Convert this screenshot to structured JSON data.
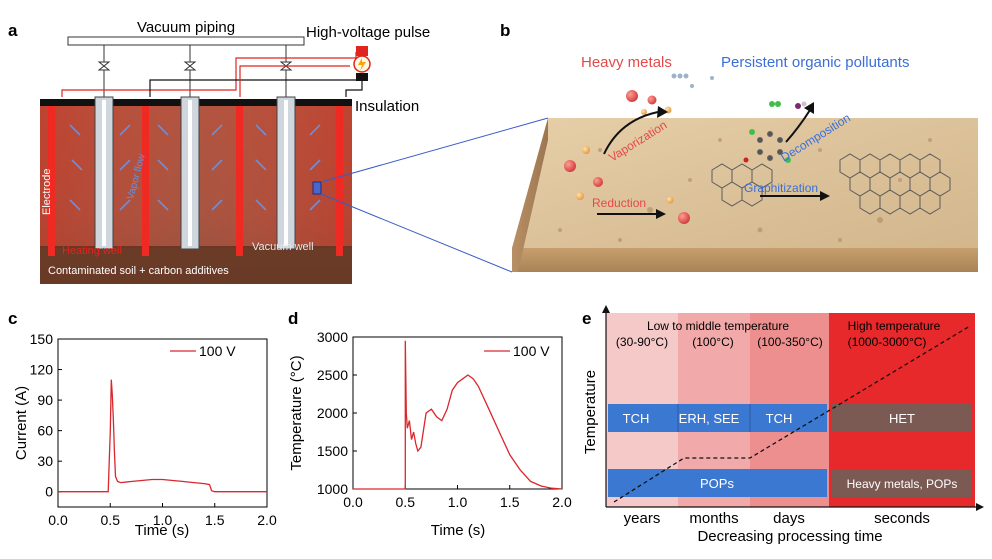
{
  "panels": {
    "a": {
      "letter": "a",
      "vacuum_piping": "Vacuum piping",
      "hv_pulse": "High-voltage pulse",
      "insulation": "Insulation",
      "electrode": "Electrode",
      "vapor_flow": "Vapor flow",
      "heating_well": "Heating well",
      "vacuum_well": "Vacuum well",
      "soil": "Contaminated soil + carbon additives"
    },
    "b": {
      "letter": "b",
      "heavy_metals": "Heavy metals",
      "pops": "Persistent organic pollutants",
      "vaporization": "Vaporization",
      "decomposition": "Decomposition",
      "reduction": "Reduction",
      "graphitization": "Graphitization"
    },
    "c": {
      "letter": "c"
    },
    "d": {
      "letter": "d"
    },
    "e": {
      "letter": "e",
      "low_title": "Low to middle temperature",
      "high_title": "High temperature",
      "t1": "(30-90°C)",
      "t2": "(100°C)",
      "t3": "(100-350°C)",
      "t4": "(1000-3000°C)",
      "box_tch1": "TCH",
      "box_erh": "ERH, SEE",
      "box_tch2": "TCH",
      "box_het": "HET",
      "box_pops": "POPs",
      "box_hm": "Heavy metals, POPs",
      "x_years": "years",
      "x_months": "months",
      "x_days": "days",
      "x_seconds": "seconds",
      "xlabel": "Decreasing processing time",
      "ylabel": "Temperature",
      "colors": {
        "low1": "#f6c9c9",
        "low2": "#f2a9a9",
        "low3": "#ee8f8f",
        "high": "#e8292b",
        "box_blue": "#3a78d2",
        "box_brown": "#7a5a52"
      }
    }
  },
  "chart_data": [
    {
      "panel": "c",
      "type": "line",
      "xlabel": "Time (s)",
      "ylabel": "Current (A)",
      "xlim": [
        0,
        2.0
      ],
      "ylim": [
        -15,
        150
      ],
      "xticks": [
        "0.0",
        "0.5",
        "1.0",
        "1.5",
        "2.0"
      ],
      "yticks": [
        "0",
        "30",
        "60",
        "90",
        "120",
        "150"
      ],
      "legend": "100 V",
      "legend_position": "top-right",
      "color": "#d9272d",
      "series": [
        {
          "name": "100 V",
          "x": [
            0.0,
            0.2,
            0.4,
            0.48,
            0.5,
            0.51,
            0.52,
            0.53,
            0.54,
            0.55,
            0.57,
            0.6,
            0.7,
            0.8,
            0.9,
            1.0,
            1.1,
            1.2,
            1.3,
            1.4,
            1.45,
            1.47,
            1.5,
            1.6,
            1.8,
            2.0
          ],
          "y": [
            0,
            0,
            0,
            0,
            60,
            110,
            95,
            70,
            40,
            15,
            10,
            9,
            10,
            11,
            12,
            12,
            11,
            10,
            9,
            8,
            7,
            1,
            0,
            0,
            0,
            0
          ]
        }
      ]
    },
    {
      "panel": "d",
      "type": "line",
      "xlabel": "Time (s)",
      "ylabel": "Temperature (°C)",
      "xlim": [
        0,
        2.0
      ],
      "ylim": [
        1000,
        3000
      ],
      "xticks": [
        "0.0",
        "0.5",
        "1.0",
        "1.5",
        "2.0"
      ],
      "yticks": [
        "1000",
        "1500",
        "2000",
        "2500",
        "3000"
      ],
      "legend": "100 V",
      "legend_position": "top-right",
      "color": "#d9272d",
      "series": [
        {
          "name": "100 V",
          "x": [
            0.0,
            0.5,
            0.5,
            0.51,
            0.52,
            0.54,
            0.56,
            0.58,
            0.6,
            0.62,
            0.65,
            0.7,
            0.75,
            0.8,
            0.85,
            0.9,
            0.95,
            1.0,
            1.05,
            1.1,
            1.15,
            1.2,
            1.3,
            1.4,
            1.5,
            1.6,
            1.7,
            1.8,
            1.9,
            2.0
          ],
          "y": [
            1000,
            1000,
            2950,
            2000,
            1800,
            1900,
            1650,
            1750,
            1600,
            1500,
            1550,
            2000,
            2050,
            1950,
            1900,
            2050,
            2300,
            2400,
            2450,
            2500,
            2450,
            2350,
            2050,
            1750,
            1450,
            1250,
            1100,
            1040,
            1010,
            1000
          ]
        }
      ]
    }
  ]
}
